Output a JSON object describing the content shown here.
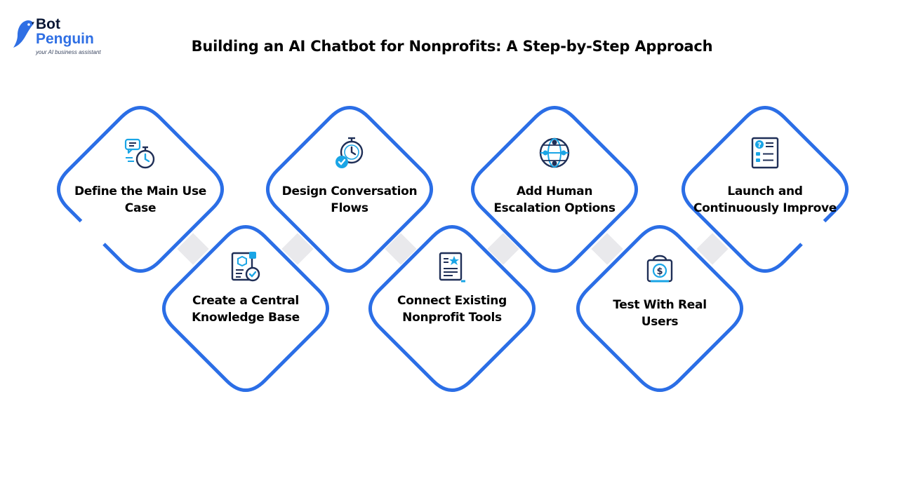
{
  "brand": {
    "name_line1": "Bot",
    "name_line2": "Penguin",
    "tagline": "your AI business assistant",
    "logo_icon": "penguin-icon",
    "colors": {
      "dark": "#0a1735",
      "blue": "#2f6fe4"
    }
  },
  "title": "Building an AI Chatbot for Nonprofits: A Step-by-Step Approach",
  "colors": {
    "frame": "#2b6ee6",
    "icon_stroke": "#1f2f57",
    "icon_accent": "#1aa5e6",
    "connector": "#e9e9ec"
  },
  "steps": [
    {
      "label": "Define the Main Use Case",
      "icon": "chat-stopwatch-icon",
      "row": "top"
    },
    {
      "label": "Create a Central Knowledge Base",
      "icon": "document-check-icon",
      "row": "bottom"
    },
    {
      "label": "Design Conversation Flows",
      "icon": "stopwatch-check-icon",
      "row": "top"
    },
    {
      "label": "Connect Existing Nonprofit Tools",
      "icon": "star-document-icon",
      "row": "bottom"
    },
    {
      "label": "Add Human Escalation Options",
      "icon": "network-globe-icon",
      "row": "top"
    },
    {
      "label": "Test With Real Users",
      "icon": "shopping-bag-dollar-icon",
      "row": "bottom"
    },
    {
      "label": "Launch and Continuously Improve",
      "icon": "question-checklist-icon",
      "row": "top"
    }
  ]
}
